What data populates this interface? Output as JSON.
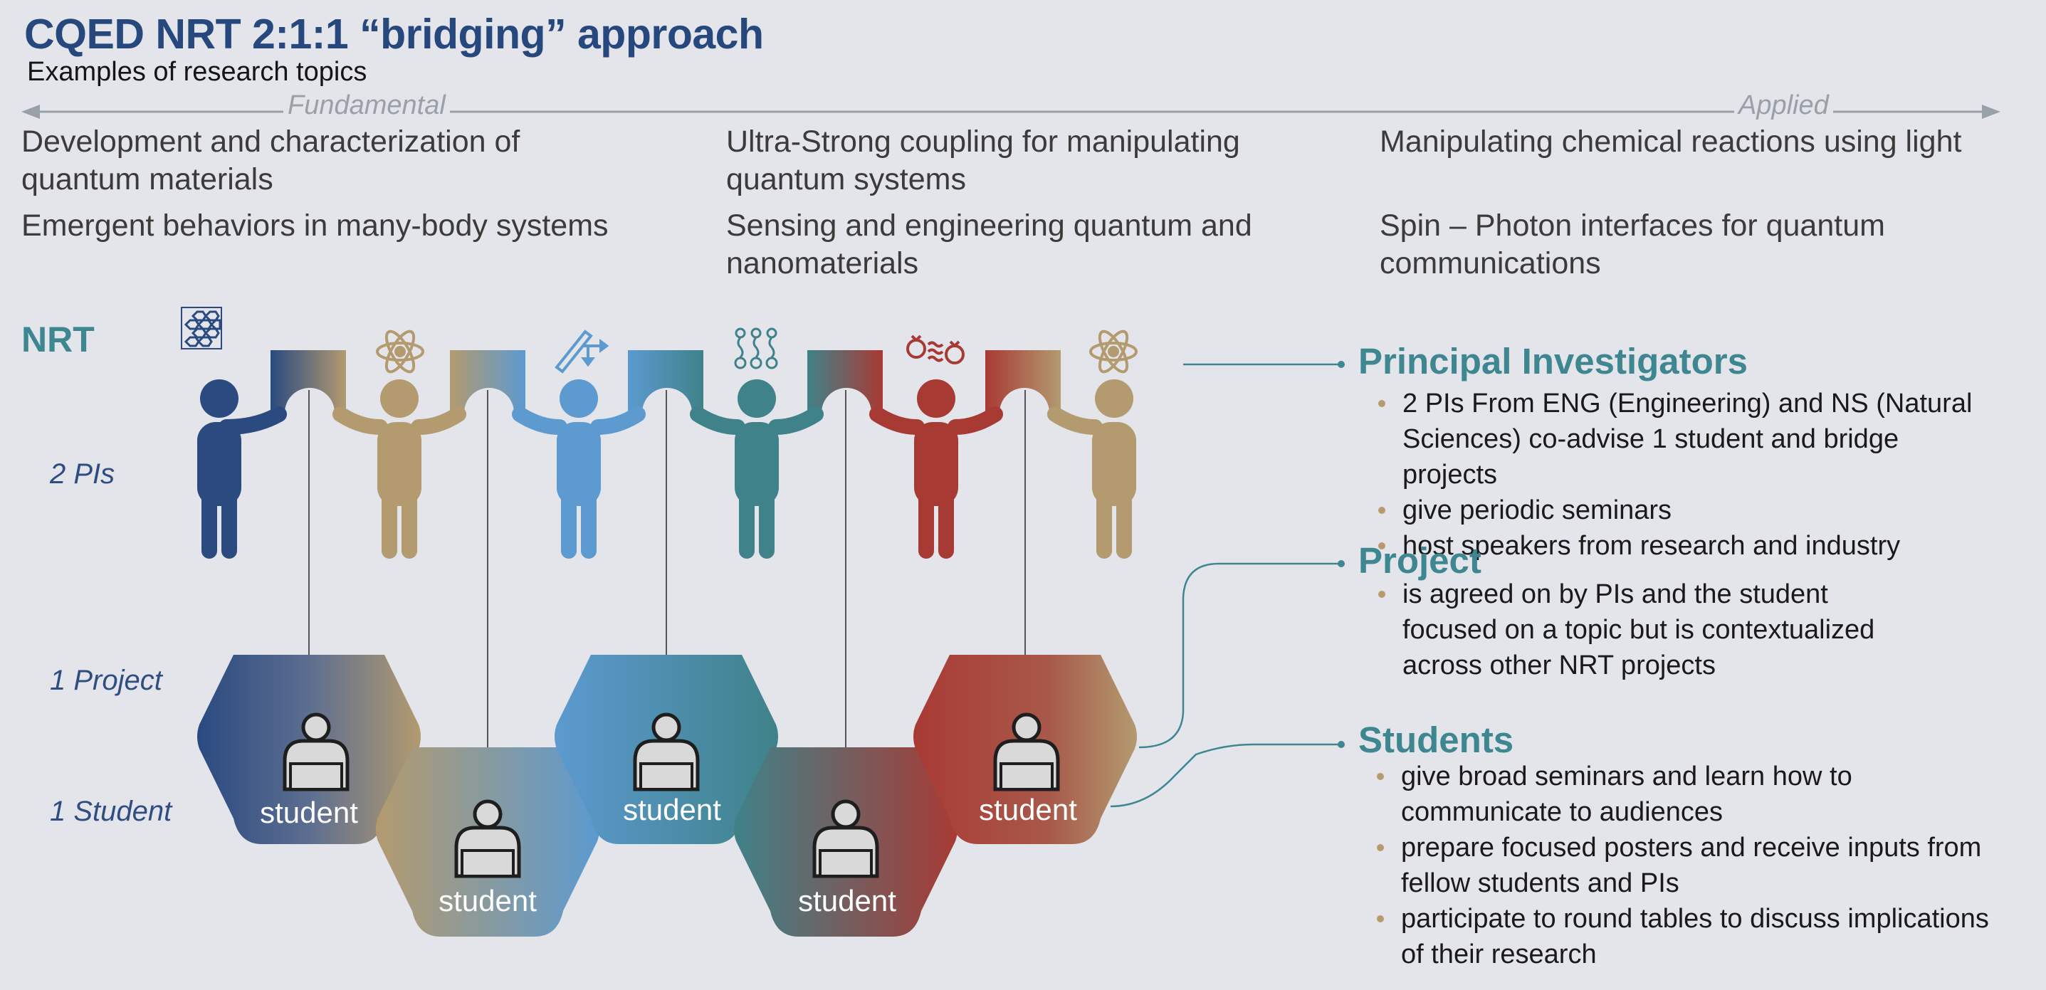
{
  "header": {
    "title": "CQED NRT 2:1:1 “bridging” approach",
    "subtitle": "Examples of research topics"
  },
  "scale": {
    "left": "Fundamental",
    "right": "Applied"
  },
  "topics": {
    "col1": [
      "Development and characterization of quantum materials",
      "Emergent behaviors in many-body systems"
    ],
    "col2": [
      "Ultra-Strong coupling for manipulating quantum systems",
      "Sensing and engineering quantum and nanomaterials"
    ],
    "col3": [
      "Manipulating chemical reactions using light",
      "Spin – Photon interfaces for quantum communications"
    ]
  },
  "row_labels": {
    "nrt": "NRT",
    "pis": "2 PIs",
    "project": "1 Project",
    "student": "1 Student"
  },
  "student_label": "student",
  "sections": {
    "pi": {
      "title": "Principal Investigators",
      "bullets": [
        "2 PIs From ENG (Engineering) and NS (Natural Sciences) co-advise 1 student and bridge projects",
        "give periodic seminars",
        "host speakers from research and industry"
      ]
    },
    "project": {
      "title": "Project",
      "bullets": [
        "is agreed on by PIs and the student focused on a topic but is contextualized across other NRT projects"
      ]
    },
    "students": {
      "title": "Students",
      "bullets": [
        "give broad seminars and learn how to communicate to audiences",
        "prepare focused posters and receive inputs from fellow students and PIs",
        "participate to round tables to discuss implications of their research"
      ]
    }
  },
  "colors": {
    "navy": "#2a4a80",
    "gold": "#b39a6f",
    "lightblue": "#5c9ad0",
    "teal": "#3f8289",
    "red": "#a83a34",
    "accent_teal": "#3e8791"
  },
  "icons": [
    "graphene-icon",
    "atom-icon",
    "laser-icon",
    "molecule-icon",
    "reaction-icon",
    "atom-icon"
  ]
}
